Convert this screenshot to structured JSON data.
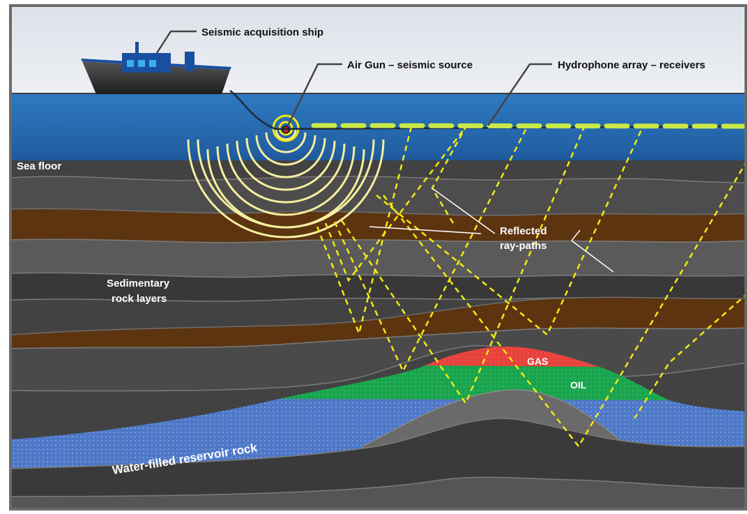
{
  "labels": {
    "ship": "Seismic acquisition ship",
    "airgun": "Air Gun – seismic source",
    "hydrophone": "Hydrophone array – receivers",
    "sea_floor": "Sea floor",
    "reflected_line1": "Reflected",
    "reflected_line2": "ray-paths",
    "sedimentary_line1": "Sedimentary",
    "sedimentary_line2": "rock layers",
    "gas": "GAS",
    "oil": "OIL",
    "reservoir": "Water-filled reservoir rock"
  },
  "colors": {
    "sky": "#e6e9ef",
    "sea_top": "#2a6fb8",
    "sea_bottom": "#1b4f8e",
    "rock_dark": "#3a3a3a",
    "rock_grey": "#5a5a5a",
    "rock_brown": "#5a3010",
    "gas": "#e8423c",
    "oil": "#19a54d",
    "water_reservoir": "#4e78c8",
    "ray": "#f2ea12",
    "wave": "#f6eea0",
    "ship_hull": "#2a2a2a",
    "ship_cabin": "#1a4fa0"
  }
}
